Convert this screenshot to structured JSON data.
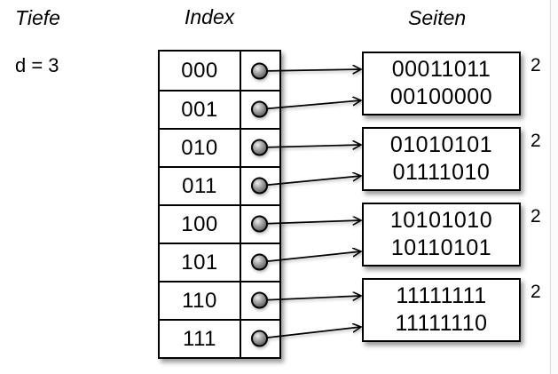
{
  "labels": {
    "tiefe": "Tiefe",
    "index": "Index",
    "seiten": "Seiten",
    "global_depth": "d = 3"
  },
  "index_table": {
    "rows": [
      {
        "label": "000"
      },
      {
        "label": "001"
      },
      {
        "label": "010"
      },
      {
        "label": "011"
      },
      {
        "label": "100"
      },
      {
        "label": "101"
      },
      {
        "label": "110"
      },
      {
        "label": "111"
      }
    ]
  },
  "pages": [
    {
      "lines": [
        "00011011",
        "00100000"
      ],
      "local_depth": "2"
    },
    {
      "lines": [
        "01010101",
        "01111010"
      ],
      "local_depth": "2"
    },
    {
      "lines": [
        "10101010",
        "10110101"
      ],
      "local_depth": "2"
    },
    {
      "lines": [
        "11111111",
        "11111110"
      ],
      "local_depth": "2"
    }
  ],
  "colors": {
    "ink": "#000000",
    "background": "#ffffff",
    "dot_fill": "#9a9a9a"
  }
}
